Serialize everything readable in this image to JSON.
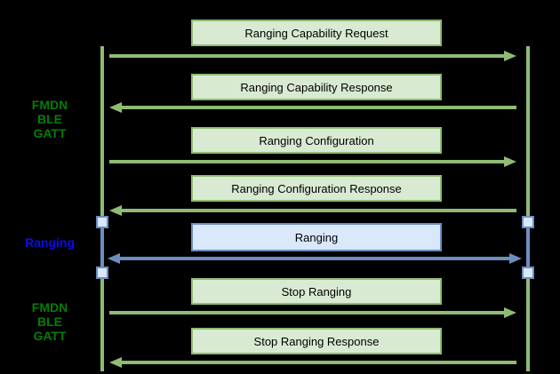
{
  "diagram": {
    "type": "sequence-diagram",
    "side_labels": [
      {
        "lines": [
          "FMDN",
          "BLE",
          "GATT"
        ],
        "color": "#077d07"
      },
      {
        "lines": [
          "Ranging"
        ],
        "color": "#0b0bee"
      },
      {
        "lines": [
          "FMDN",
          "BLE",
          "GATT"
        ],
        "color": "#077d07"
      }
    ],
    "messages": [
      {
        "label": "Ranging Capability Request",
        "direction": "right",
        "style": "green"
      },
      {
        "label": "Ranging Capability Response",
        "direction": "left",
        "style": "green"
      },
      {
        "label": "Ranging Configuration",
        "direction": "right",
        "style": "green"
      },
      {
        "label": "Ranging Configuration Response",
        "direction": "left",
        "style": "green"
      },
      {
        "label": "Ranging",
        "direction": "both",
        "style": "blue"
      },
      {
        "label": "Stop Ranging",
        "direction": "right",
        "style": "green"
      },
      {
        "label": "Stop Ranging Response",
        "direction": "left",
        "style": "green"
      }
    ],
    "colors": {
      "green_stroke": "#8fbb73",
      "green_fill": "#d9ead3",
      "green_text": "#077d07",
      "blue_stroke": "#6c8ebf",
      "blue_fill": "#dae8fc",
      "blue_text": "#0b0bee",
      "box_text": "#000000",
      "background": "#000000"
    }
  }
}
